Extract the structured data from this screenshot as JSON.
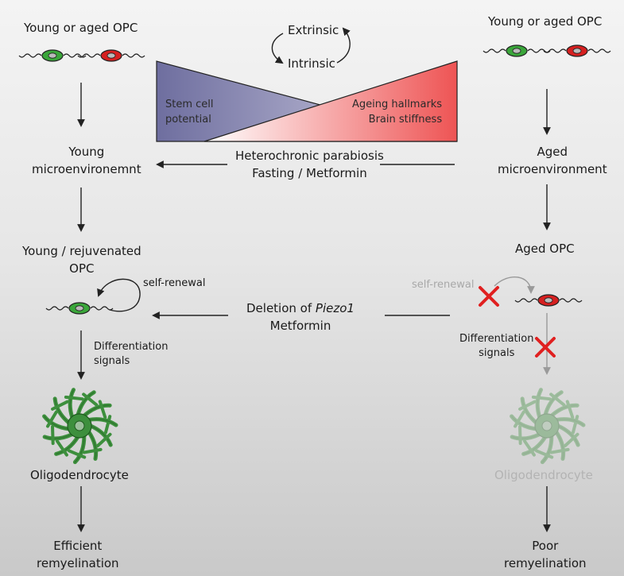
{
  "cycle": {
    "extrinsic": "Extrinsic",
    "intrinsic": "Intrinsic"
  },
  "left": {
    "opc_title": "Young or aged OPC",
    "microenv": [
      "Young",
      "microenvironemnt"
    ],
    "opc": [
      "Young / rejuvenated",
      "OPC"
    ],
    "self_renewal": "self-renewal",
    "diff_signals": [
      "Differentiation",
      "signals"
    ],
    "oligo": "Oligodendrocyte",
    "outcome": [
      "Efficient",
      "remyelination"
    ]
  },
  "right": {
    "opc_title": "Young or aged OPC",
    "microenv": [
      "Aged",
      "microenvironment"
    ],
    "opc": "Aged OPC",
    "self_renewal": "self-renewal",
    "diff_signals": [
      "Differentiation",
      "signals"
    ],
    "oligo": "Oligodendrocyte",
    "outcome": [
      "Poor",
      "remyelination"
    ]
  },
  "triangles": {
    "stem": [
      "Stem cell",
      "potential"
    ],
    "ageing": [
      "Ageing hallmarks",
      "Brain stiffness"
    ]
  },
  "intervention1": [
    "Heterochronic parabiosis",
    "Fasting / Metformin"
  ],
  "intervention2": {
    "line1_prefix": "Deletion of ",
    "line1_gene": "Piezo1",
    "line2": "Metformin"
  },
  "colors": {
    "young_cell": "#3aa63a",
    "aged_cell": "#d62020",
    "stem_triangle": "#6f6f9e",
    "ageing_triangle": "#ee5a5a",
    "oligodendrocyte": "#3d8f3d",
    "block_cross": "#e02020"
  }
}
